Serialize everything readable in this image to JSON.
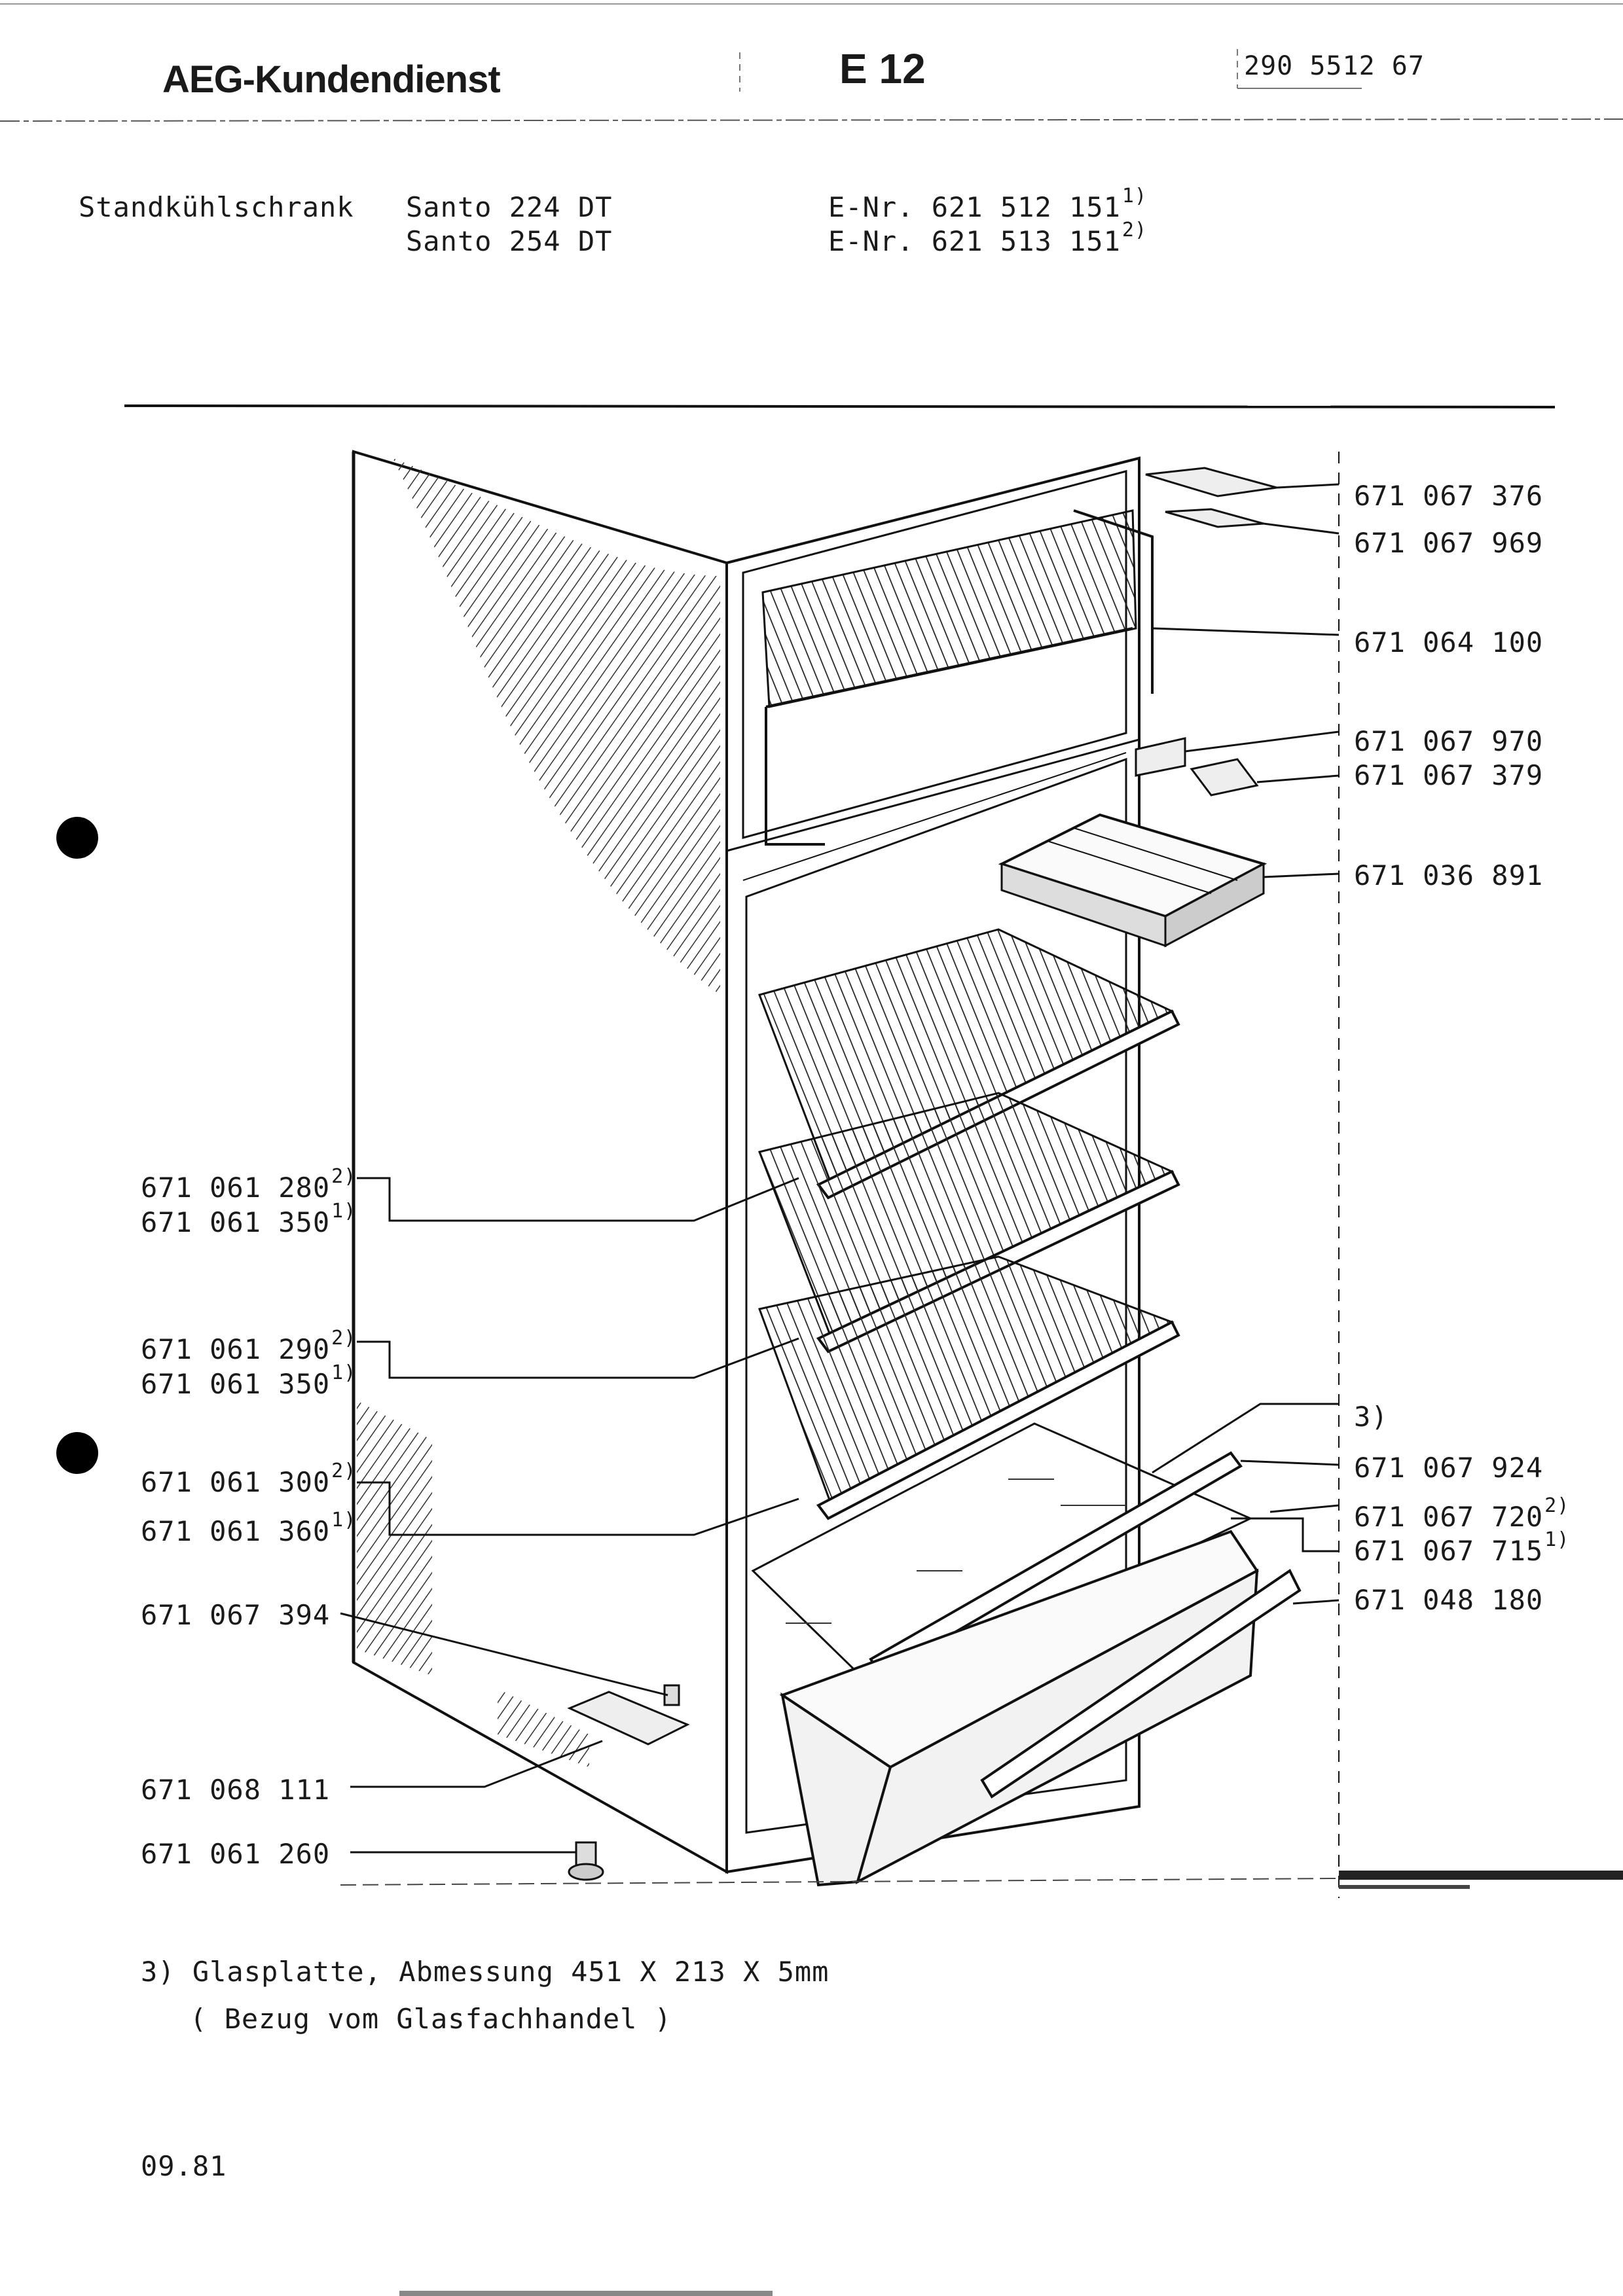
{
  "header": {
    "brand": "AEG-Kundendienst",
    "code": "E 12",
    "doc_number": "290 5512 67"
  },
  "product": {
    "category": "Standkühlschrank",
    "models": [
      "Santo 224 DT",
      "Santo 254 DT"
    ],
    "enr_label": "E-Nr.",
    "enr": [
      "621 512 151",
      "621 513 151"
    ],
    "enr_notes": [
      "1)",
      "2)"
    ]
  },
  "parts_right": [
    {
      "number": "671 067 376",
      "note": ""
    },
    {
      "number": "671 067 969",
      "note": ""
    },
    {
      "number": "671 064 100",
      "note": ""
    },
    {
      "number": "671 067 970",
      "note": ""
    },
    {
      "number": "671 067 379",
      "note": ""
    },
    {
      "number": "671 036 891",
      "note": ""
    },
    {
      "number": "3)",
      "note": ""
    },
    {
      "number": "671 067 924",
      "note": ""
    },
    {
      "number": "671 067 720",
      "note": "2)"
    },
    {
      "number": "671 067 715",
      "note": "1)"
    },
    {
      "number": "671 048 180",
      "note": ""
    }
  ],
  "parts_left": [
    {
      "number": "671 061 280",
      "note": "2)"
    },
    {
      "number": "671 061 350",
      "note": "1)"
    },
    {
      "number": "671 061 290",
      "note": "2)"
    },
    {
      "number": "671 061 350",
      "note": "1)"
    },
    {
      "number": "671 061 300",
      "note": "2)"
    },
    {
      "number": "671 061 360",
      "note": "1)"
    },
    {
      "number": "671 067 394",
      "note": ""
    },
    {
      "number": "671 068 111",
      "note": ""
    },
    {
      "number": "671 061 260",
      "note": ""
    }
  ],
  "footnote": {
    "line1": "3) Glasplatte, Abmessung 451 X 213 X 5mm",
    "line2": "( Bezug vom Glasfachhandel )"
  },
  "date": "09.81"
}
